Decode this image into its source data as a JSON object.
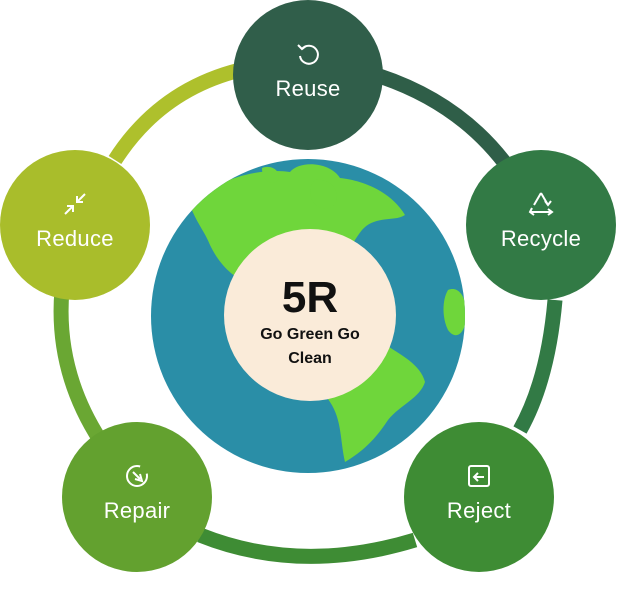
{
  "center": {
    "title": "5R",
    "subtitle": "Go Green Go Clean"
  },
  "nodes": [
    {
      "label": "Reuse",
      "icon": "reuse-icon",
      "color": "#305e4a"
    },
    {
      "label": "Recycle",
      "icon": "recycle-icon",
      "color": "#327a45"
    },
    {
      "label": "Reject",
      "icon": "reject-icon",
      "color": "#3e8c34"
    },
    {
      "label": "Repair",
      "icon": "repair-icon",
      "color": "#63a12f"
    },
    {
      "label": "Reduce",
      "icon": "reduce-icon",
      "color": "#a9bd2b"
    }
  ],
  "colors": {
    "ocean": "#2a8ea7",
    "land": "#6fd63b",
    "center_fill": "#faebd9"
  }
}
